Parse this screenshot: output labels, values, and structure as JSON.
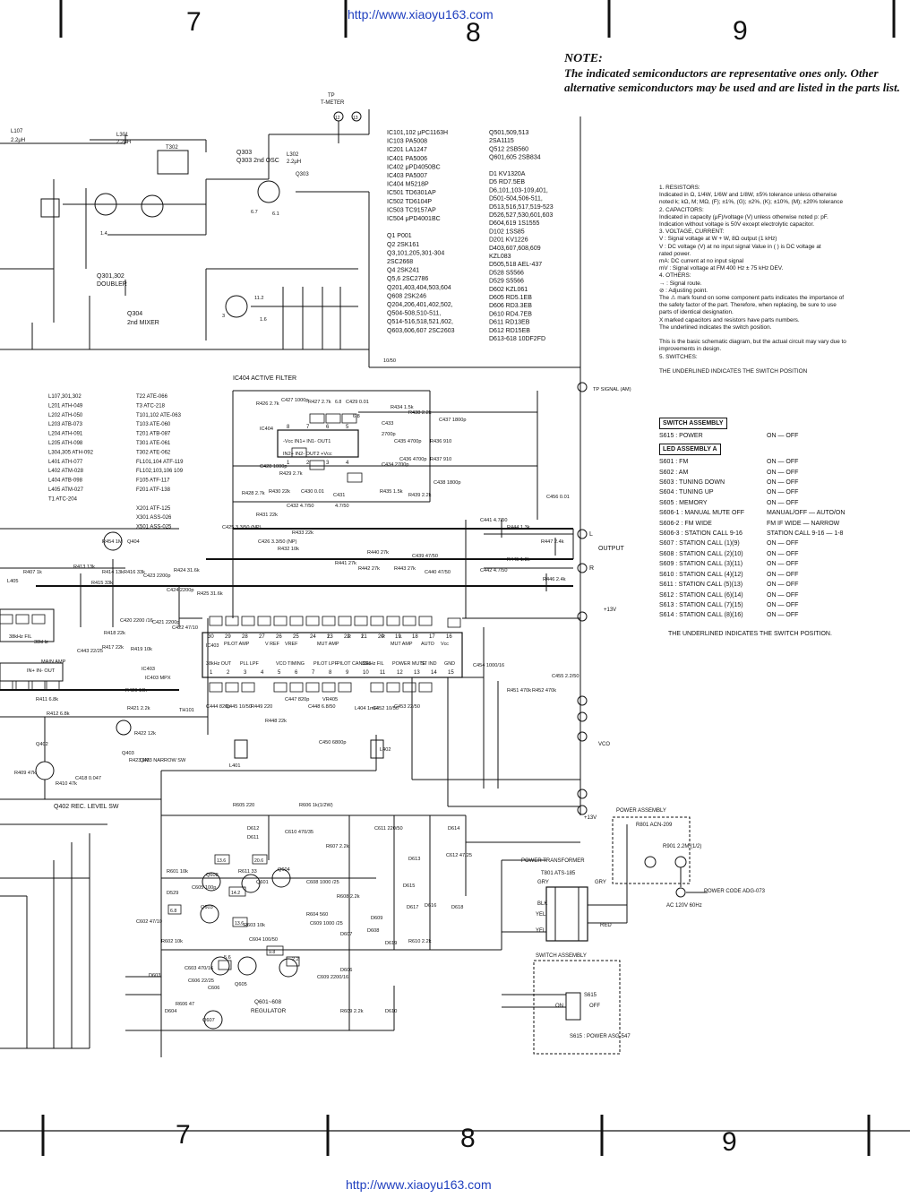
{
  "header": {
    "url": "http://www.xiaoyu163.com",
    "col_numbers": [
      "7",
      "8",
      "9"
    ]
  },
  "note": {
    "title": "NOTE:",
    "text": "The indicated semiconductors are representative ones only. Other alternative semiconductors may be used and are listed in the parts list."
  },
  "legend": [
    "1.  RESISTORS:",
    "Indicated in Ω, 1/4W, 1/6W and 1/8W, ±5% tolerance unless otherwise",
    "noted k; kΩ, M; MΩ, (F); ±1%, (G); ±2%, (K); ±10%, (M); ±20% tolerance",
    "2.  CAPACITORS:",
    "Indicated in capacity (μF)/voltage (V) unless otherwise noted p: pF.",
    "Indication without voltage is 50V except electrolytic capacitor.",
    "3.  VOLTAGE, CURRENT:",
    "V : Signal voltage at  W +  W, 8Ω output (1 kHz)",
    "V : DC voltage (V) at no input signal Value in ( ) is DC voltage at",
    "rated power.",
    "mA: DC current at no input signal",
    "mV : Signal voltage at FM 400 Hz ± 75 kHz DEV.",
    "4.  OTHERS:",
    "→ : Signal route.",
    "⊘ : Adjusting point.",
    "The ⚠ mark found on some component parts indicates the importance of",
    "the safety factor of the part. Therefore, when replacing, be sure to use",
    "parts of identical designation.",
    "X marked capacitors and resistors have parts numbers.",
    "The underlined indicates the switch position.",
    "",
    "This is the basic schematic diagram, but the actual circuit may vary due to",
    "improvements in design.",
    "5.  SWITCHES:",
    "",
    "THE UNDERLINED INDICATES THE SWITCH POSITION"
  ],
  "switch_assembly": {
    "title": "SWITCH ASSEMBLY",
    "rows": [
      {
        "k": "S615 :  POWER",
        "v": "ON — OFF"
      }
    ]
  },
  "led_assembly": {
    "title": "LED ASSEMBLY A",
    "rows": [
      {
        "k": "S601 :  FM",
        "v": "ON — OFF"
      },
      {
        "k": "S602 :  AM",
        "v": "ON — OFF"
      },
      {
        "k": "S603 :  TUNING DOWN",
        "v": "ON — OFF"
      },
      {
        "k": "S604 :  TUNING UP",
        "v": "ON — OFF"
      },
      {
        "k": "S605 :  MEMORY",
        "v": "ON — OFF"
      },
      {
        "k": "S606-1 : MANUAL MUTE OFF",
        "v": "MANUAL/OFF — AUTO/ON"
      },
      {
        "k": "S606-2 : FM WIDE",
        "v": "FM IF WIDE — NARROW"
      },
      {
        "k": "S606-3 : STATION CALL 9-16",
        "v": "STATION CALL 9-16 — 1-8"
      },
      {
        "k": "S607 :  STATION CALL (1)(9)",
        "v": "ON — OFF"
      },
      {
        "k": "S608 :  STATION CALL (2)(10)",
        "v": "ON — OFF"
      },
      {
        "k": "S609 :  STATION CALL (3)(11)",
        "v": "ON — OFF"
      },
      {
        "k": "S610 :  STATION CALL (4)(12)",
        "v": "ON — OFF"
      },
      {
        "k": "S611 :  STATION CALL (5)(13)",
        "v": "ON — OFF"
      },
      {
        "k": "S612 :  STATION CALL (6)(14)",
        "v": "ON — OFF"
      },
      {
        "k": "S613 :  STATION CALL (7)(15)",
        "v": "ON — OFF"
      },
      {
        "k": "S614 :  STATION CALL (8)(16)",
        "v": "ON — OFF"
      }
    ],
    "footer": "THE UNDERLINED INDICATES THE SWITCH POSITION."
  },
  "semis_col1": [
    "IC101,102  μPC1163H",
    "IC103  PA5008",
    "IC201  LA1247",
    "IC401  PA5006",
    "IC402  μPD4050BC",
    "IC403  PA5007",
    "IC404  M5218P",
    "IC501  TD6301AP",
    "IC502  TD6104P",
    "IC503  TC9157AP",
    "IC504  μPD4001BC",
    "",
    "Q1  P001",
    "Q2  2SK161",
    "Q3,101,205,301-304",
    "2SC2668",
    "Q4  2SK241",
    "Q5,6  2SC2786",
    "Q201,403,404,503,604",
    "Q608  2SK246",
    "Q204,206,401,402,502,",
    "Q504-508,510-511,",
    "Q514-516,518,521,602,",
    "Q603,606,607  2SC2603"
  ],
  "semis_col2": [
    "Q501,509,513",
    "2SA1115",
    "Q512  2SB560",
    "Q601,605  2SB834",
    "",
    "D1  KV1320A",
    "D5  RD7.5EB",
    "D6,101,103-109,401,",
    "D501-504,506-511,",
    "D513,516,517,519-523",
    "D526,527,530,601,603",
    "D604,619  1S1555",
    "D102  1SS85",
    "D201  KV1226",
    "D403,607,608,609",
    "KZL083",
    "D505,518  AEL-437",
    "D528  S5566",
    "D529  S5566",
    "D602  KZL061",
    "D605  RD5.1EB",
    "D606  RD3.3EB",
    "D610  RD4.7EB",
    "D611  RD13EB",
    "D612  RD15EB",
    "D613-618  10DF2FD"
  ],
  "coils": [
    "L107,301,302",
    "L201  ATH-049",
    "L202  ATH-050",
    "L203  ATB-073",
    "L204  ATH-091",
    "L205  ATH-098",
    "L304,305  ATH-092",
    "L401  ATH-077",
    "L402  ATM-028",
    "L404  ATB-098",
    "L405  ATM-027",
    "T1  ATC-204"
  ],
  "coils2": [
    "T22  ATE-066",
    "T3  ATC-218",
    "T101,102  ATE-063",
    "T103  ATE-060",
    "T201  ATB-087",
    "T301  ATE-061",
    "T302  ATE-062",
    "FL101,104  ATF-119",
    "FL102,103,106  109",
    "F105  ATF-117",
    "F201  ATF-138",
    "",
    "X201  ATF-125",
    "X301  ASS-026",
    "X501  ASS-025"
  ],
  "labels": {
    "t_meter": "T-METER",
    "tp": "TP",
    "doubler": "Q301,302 DOUBLER",
    "mixer": "Q304 2nd MIXER",
    "osc": "Q303 2nd OSC",
    "active_filter": "IC404  ACTIVE FILTER",
    "mpx": "IC403 MPX",
    "narrow_sw": "Q403 NARROW SW",
    "rec_level": "Q402 REC. LEVEL SW",
    "regulator": "Q601~608 REGULATOR",
    "power_assembly": "POWER ASSEMBLY",
    "power_transformer": "POWER TRANSFORMER",
    "transformer_part": "T801  ATS-185",
    "power_code": "POWER CODE ADG-073",
    "ac": "AC 120V 60Hz",
    "switch_assembly2": "SWITCH ASSEMBLY",
    "s615": "S615 : POWER ASG-547",
    "output": "OUTPUT",
    "l": "L",
    "r": "R",
    "v13": "+13V",
    "vco": "VCO",
    "tp_signal": "TP SIGNAL (AM)",
    "main_amp": "MAIN AMP",
    "mut_amp": "MUT AMP",
    "acn": "R801 ACN-209",
    "on": "ON",
    "off": "OFF"
  },
  "ic403_pins_top": [
    "30",
    "29",
    "28",
    "27",
    "26",
    "25",
    "24",
    "23",
    "22",
    "21",
    "20",
    "19",
    "18",
    "17",
    "16"
  ],
  "ic403_pins_bot": [
    "1",
    "2",
    "3",
    "4",
    "5",
    "6",
    "7",
    "8",
    "9",
    "10",
    "11",
    "12",
    "13",
    "14",
    "15"
  ],
  "ic404_pins_top": [
    "8",
    "7",
    "6",
    "5"
  ],
  "ic404_pins_bot": [
    "1",
    "2",
    "3",
    "4"
  ]
}
